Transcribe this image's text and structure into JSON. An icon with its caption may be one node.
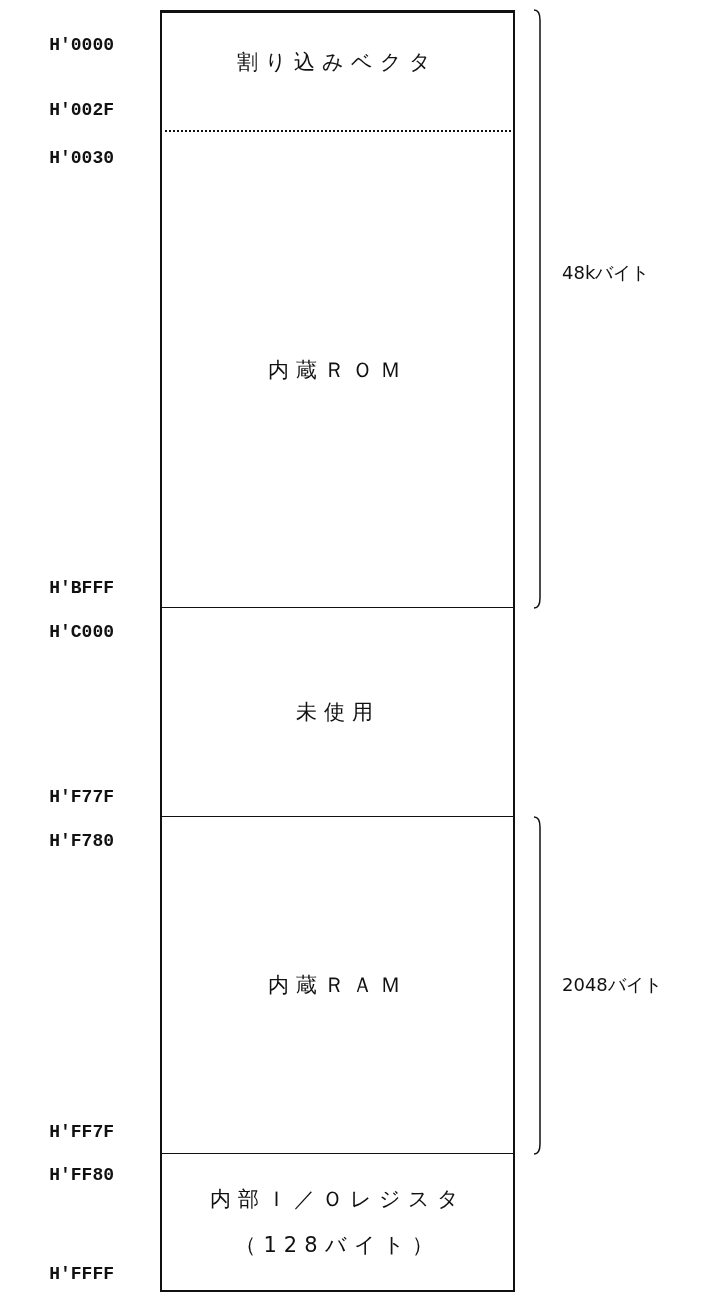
{
  "diagram": {
    "nodes": [
      {
        "text": [
          "割り込みベクタ"
        ]
      },
      {
        "text": [
          "内蔵ＲＯＭ"
        ]
      },
      {
        "text": [
          "未使用"
        ]
      },
      {
        "text": [
          "内蔵ＲＡＭ"
        ]
      },
      {
        "text": [
          "内部Ｉ／Ｏレジスタ",
          "（128バイト）"
        ]
      }
    ],
    "labels": [
      "H'0000",
      "H'002F",
      "H'0030",
      "48kバイト",
      "H'BFFF",
      "H'C000",
      "H'F77F",
      "H'F780",
      "2048バイト",
      "H'FF7F",
      "H'FF80",
      "H'FFFF"
    ]
  }
}
